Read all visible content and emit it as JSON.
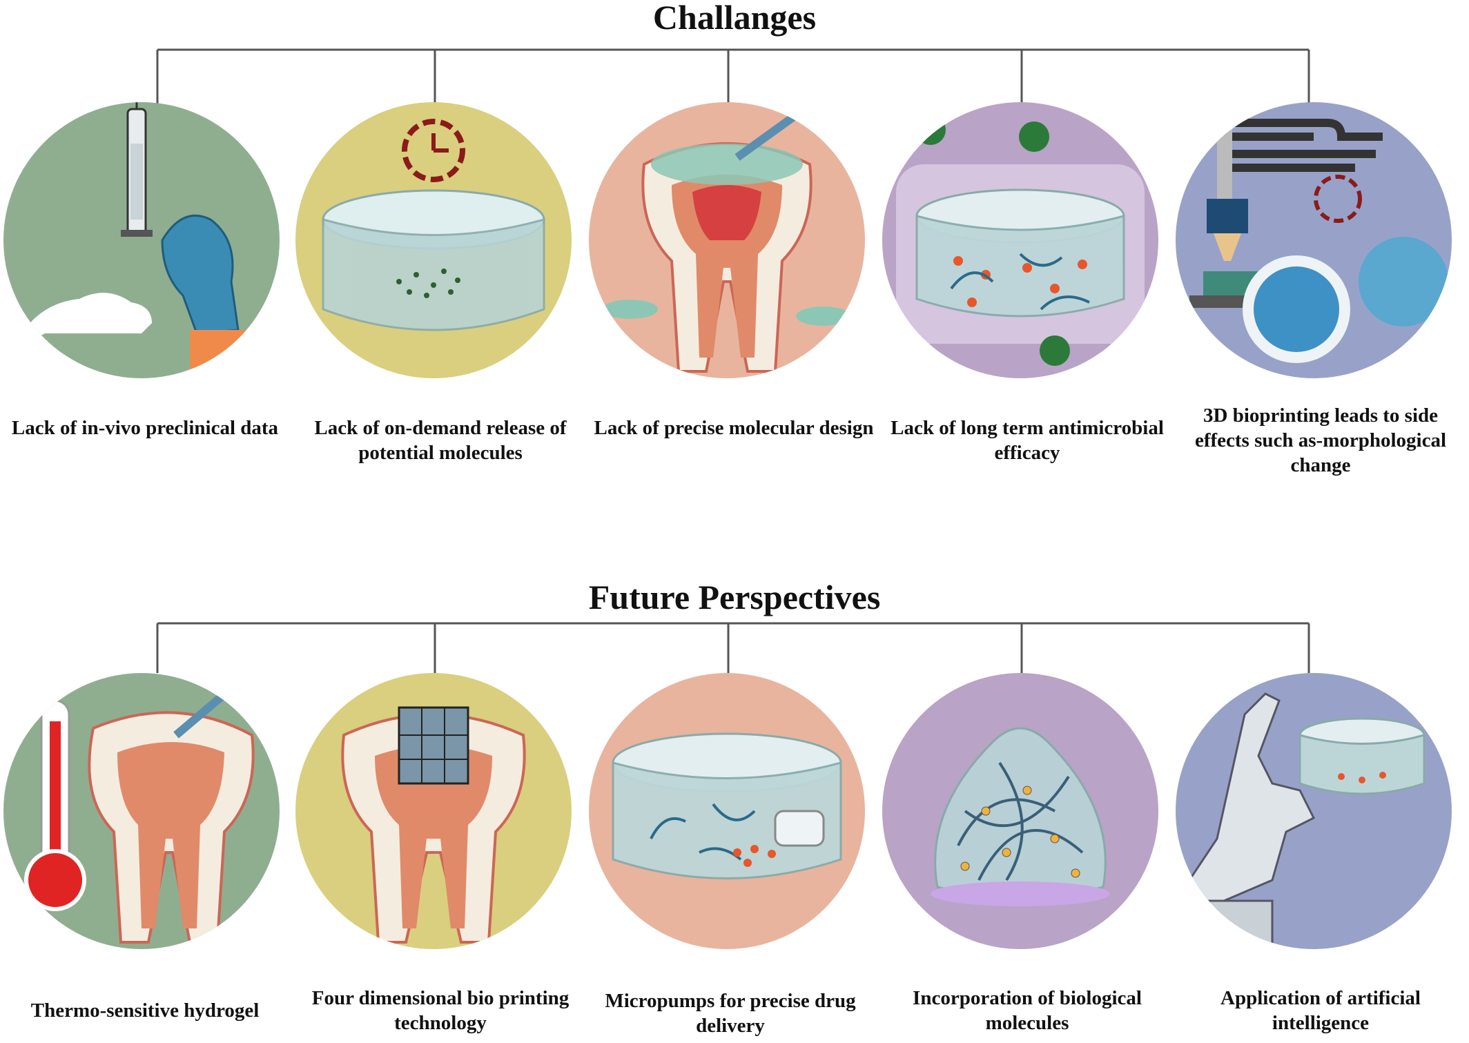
{
  "challenges": {
    "title": "Challanges",
    "items": [
      {
        "label": "Lack of in-vivo preclinical data",
        "color": "#8fae90",
        "icon": "syringe-mouse-icon"
      },
      {
        "label": "Lack of on-demand release of potential molecules",
        "color": "#d9cf7e",
        "icon": "hydrogel-clock-icon"
      },
      {
        "label": "Lack of precise molecular design",
        "color": "#e8b49e",
        "icon": "tooth-injection-icon"
      },
      {
        "label": "Lack of long term antimicrobial efficacy",
        "color": "#b9a3c6",
        "icon": "hydrogel-bacteria-icon"
      },
      {
        "label": "3D bioprinting leads to side effects such as-morphological change",
        "color": "#98a2c8",
        "icon": "bioprinter-icon"
      }
    ]
  },
  "perspectives": {
    "title": "Future Perspectives",
    "items": [
      {
        "label": "Thermo-sensitive hydrogel",
        "color": "#8fae90",
        "icon": "thermometer-tooth-icon"
      },
      {
        "label": "Four dimensional bio printing technology",
        "color": "#d9cf7e",
        "icon": "tooth-scaffold-icon"
      },
      {
        "label": "Micropumps for precise drug delivery",
        "color": "#e8b49e",
        "icon": "hydrogel-micropump-icon"
      },
      {
        "label": "Incorporation of biological molecules",
        "color": "#b9a3c6",
        "icon": "biomolecule-gel-icon"
      },
      {
        "label": "Application of artificial intelligence",
        "color": "#98a2c8",
        "icon": "robot-hand-icon"
      }
    ]
  }
}
